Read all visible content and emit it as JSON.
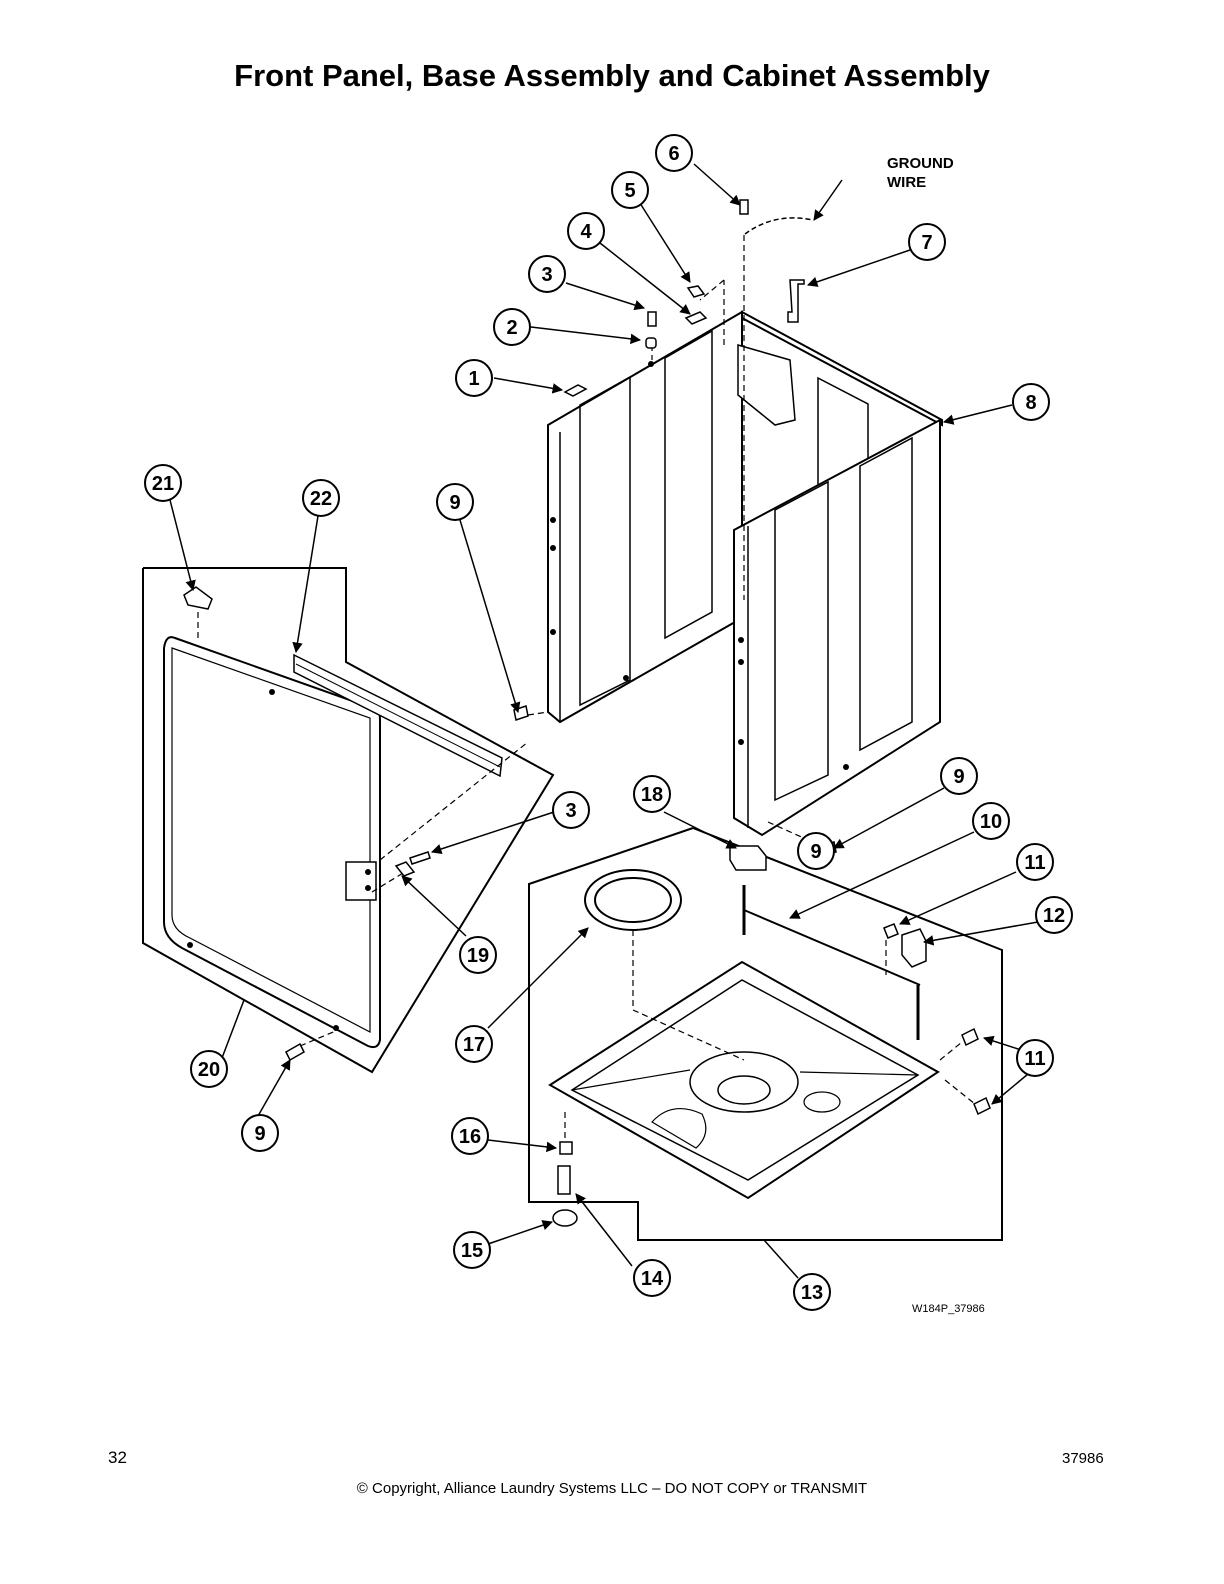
{
  "page": {
    "title": "Front Panel, Base Assembly and Cabinet Assembly",
    "page_number": "32",
    "copyright": "© Copyright, Alliance Laundry Systems LLC – DO NOT COPY or TRANSMIT",
    "doc_number": "37986"
  },
  "diagram": {
    "figure_id": "W184P_37986",
    "ground_wire_label_line1": "GROUND",
    "ground_wire_label_line2": "WIRE",
    "callouts": [
      "1",
      "2",
      "3",
      "4",
      "5",
      "6",
      "7",
      "8",
      "9",
      "9",
      "9",
      "9",
      "10",
      "11",
      "11",
      "12",
      "13",
      "14",
      "15",
      "16",
      "17",
      "18",
      "19",
      "20",
      "21",
      "22",
      "3"
    ]
  }
}
